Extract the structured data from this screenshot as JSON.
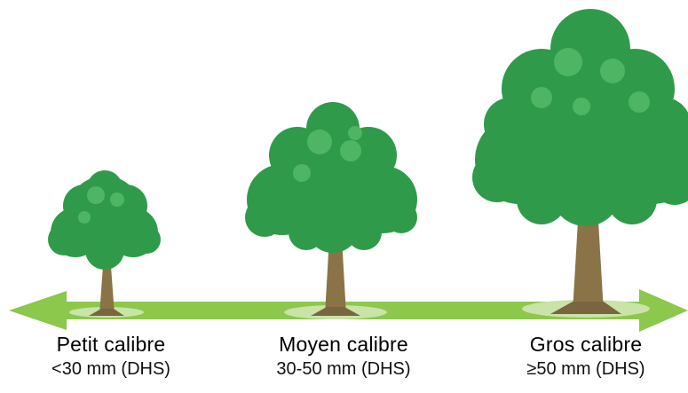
{
  "scale": {
    "arrow_color": "#8cc84b",
    "foliage_color": "#2f9b4a",
    "foliage_highlight": "#5cc070",
    "trunk_color": "#8a7347",
    "ground_shadow_color": "#c9e3a8"
  },
  "categories": [
    {
      "name": "Petit calibre",
      "size": "<30 mm (DHS)"
    },
    {
      "name": "Moyen calibre",
      "size": "30-50 mm (DHS)"
    },
    {
      "name": "Gros calibre",
      "size": "≥50 mm (DHS)"
    }
  ]
}
